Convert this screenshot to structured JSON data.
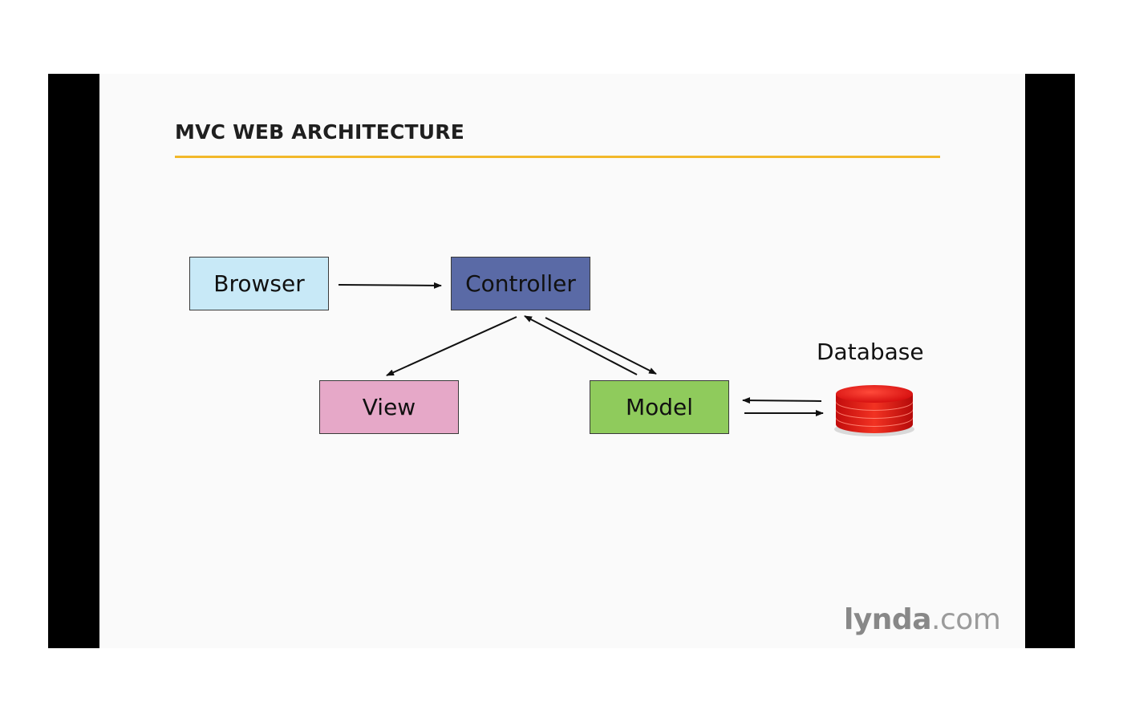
{
  "slide": {
    "title": "MVC WEB ARCHITECTURE",
    "accent_color": "#f2b82a"
  },
  "diagram": {
    "nodes": {
      "browser": {
        "label": "Browser",
        "color": "#c8e9f7"
      },
      "controller": {
        "label": "Controller",
        "color": "#5a6aa6"
      },
      "view": {
        "label": "View",
        "color": "#e6a8c8"
      },
      "model": {
        "label": "Model",
        "color": "#8fcb5c"
      },
      "database": {
        "label": "Database",
        "color": "#e21b1b",
        "icon": "database-icon"
      }
    },
    "edges": [
      {
        "from": "browser",
        "to": "controller"
      },
      {
        "from": "controller",
        "to": "view"
      },
      {
        "from": "controller",
        "to": "model"
      },
      {
        "from": "model",
        "to": "controller"
      },
      {
        "from": "model",
        "to": "database"
      },
      {
        "from": "database",
        "to": "model"
      }
    ]
  },
  "branding": {
    "logo_bold": "lynda",
    "logo_light": ".com"
  }
}
